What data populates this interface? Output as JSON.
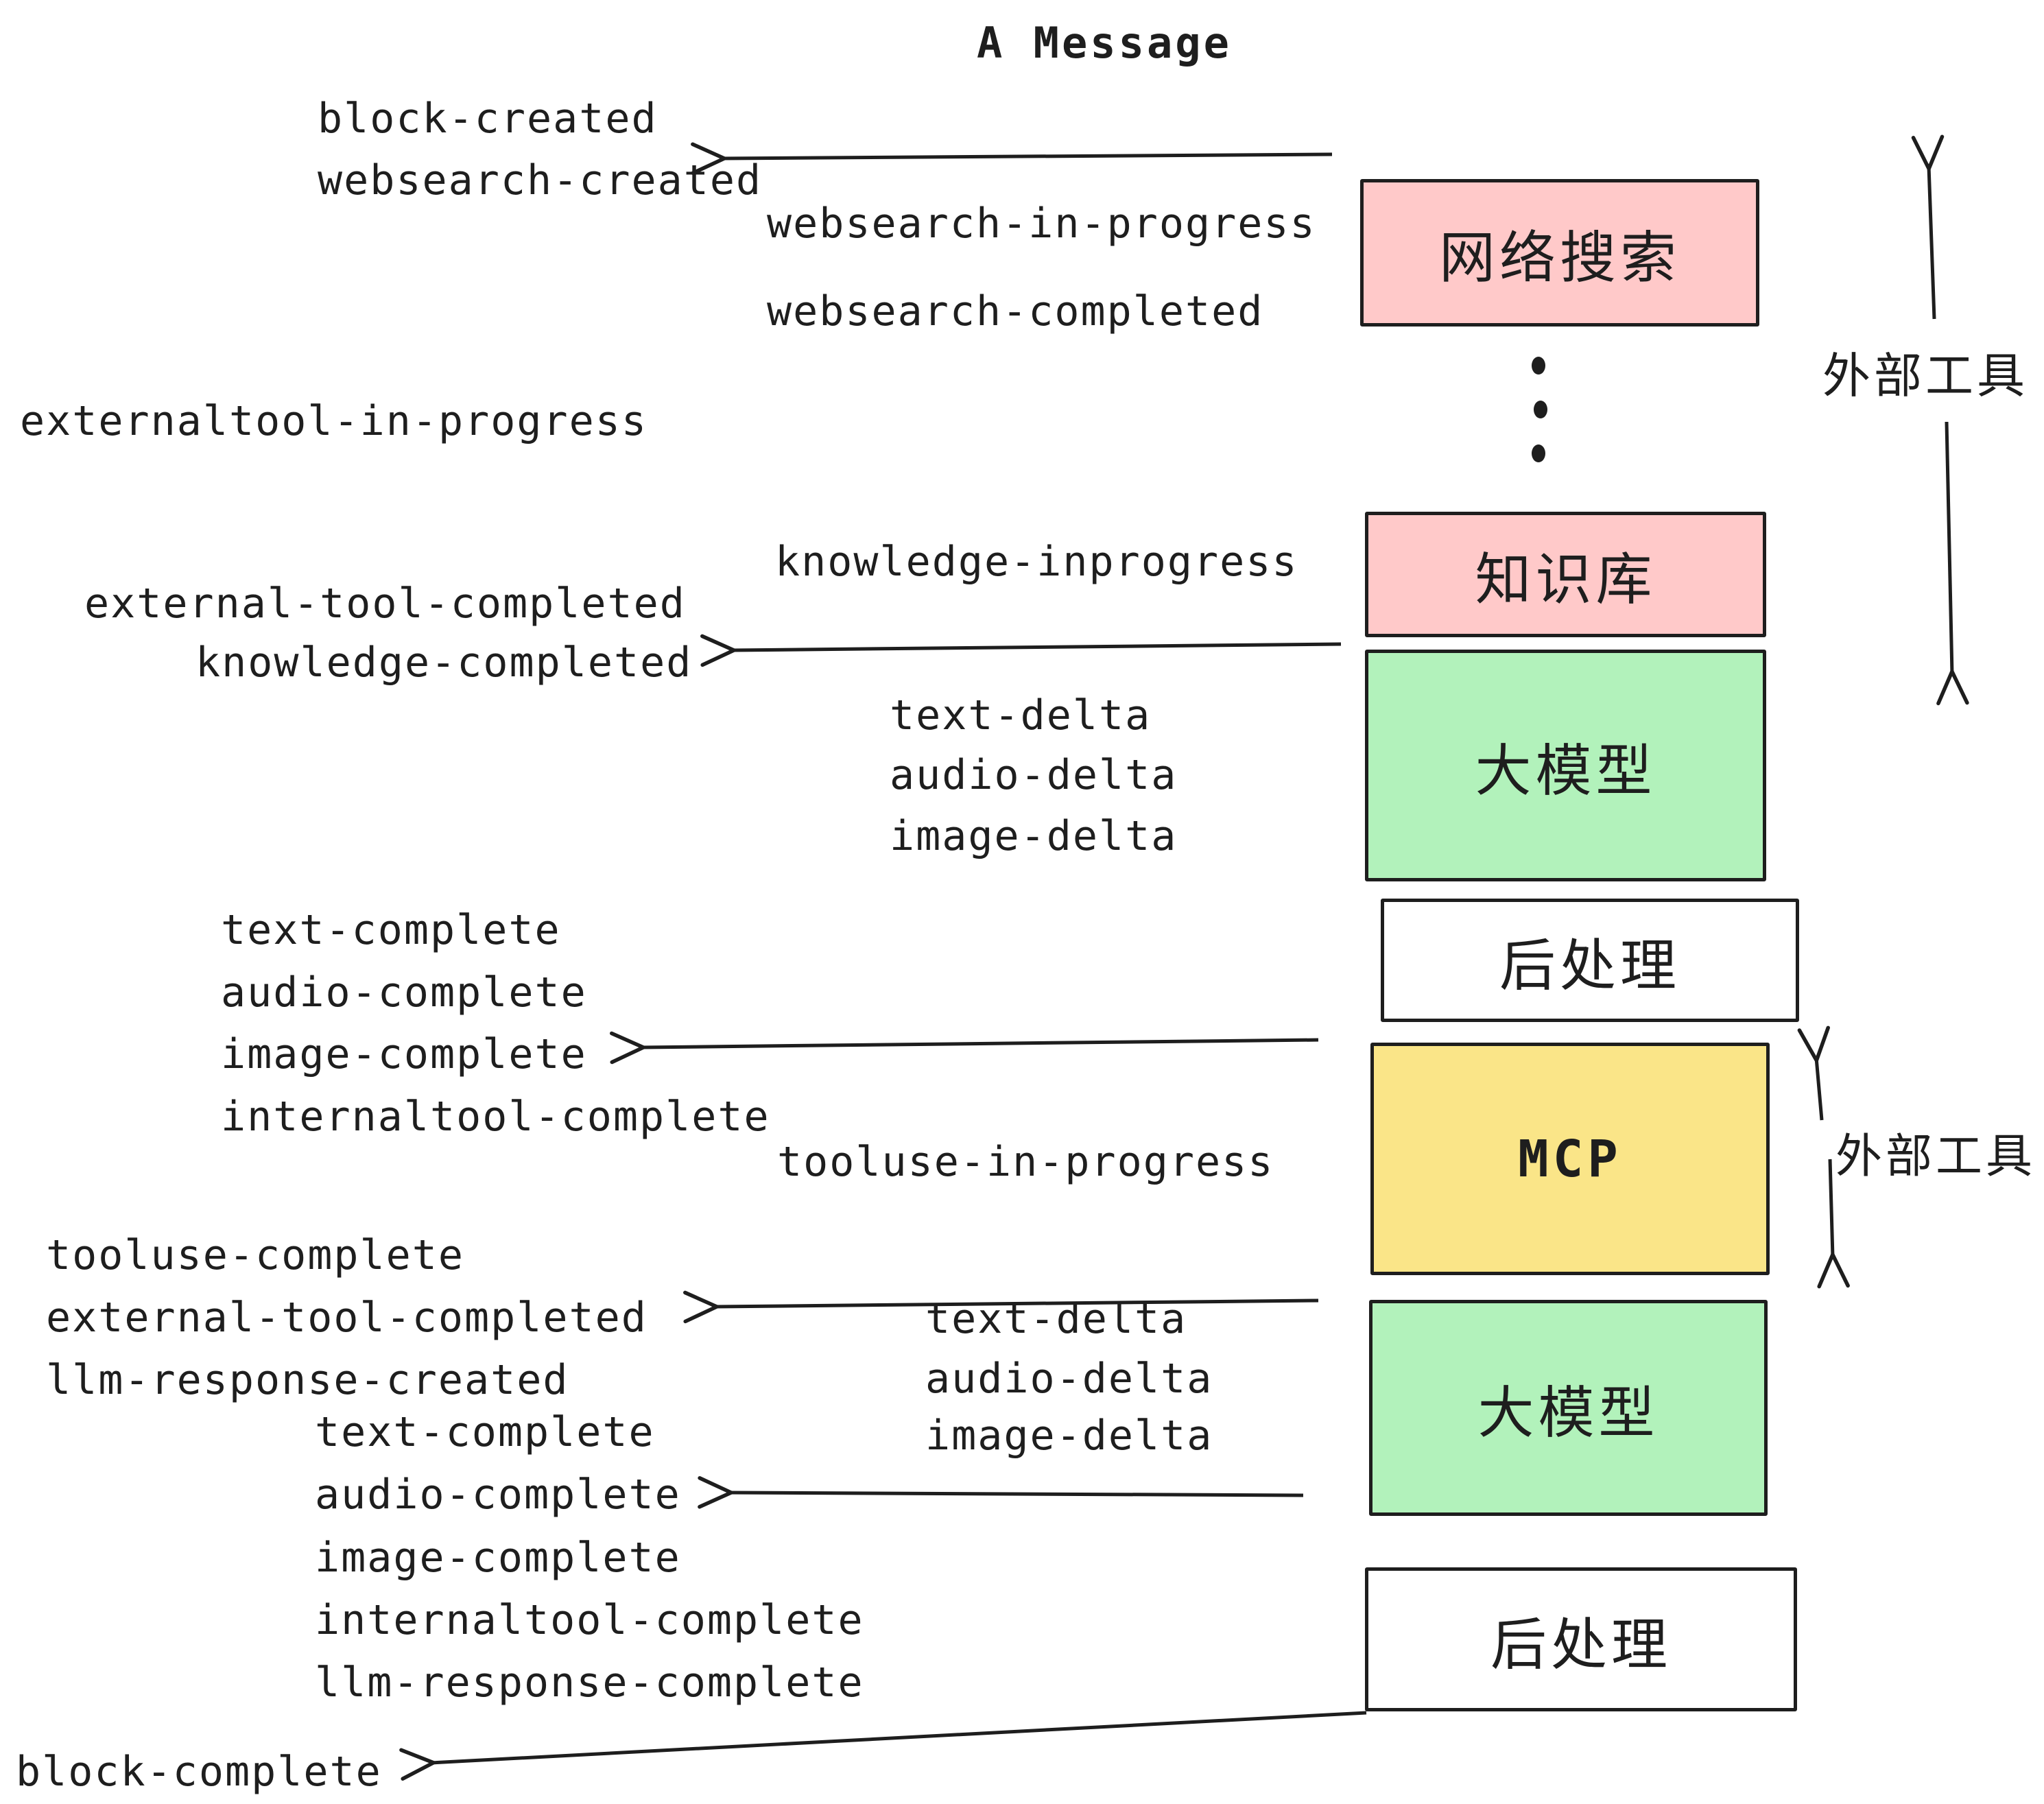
{
  "title": "A Message",
  "colors": {
    "ink": "#1e1e1e",
    "external_tool_box": "#ffc9c9",
    "llm_box": "#b2f2bb",
    "mcp_box": "#fae588",
    "post_process_box": "#ffffff"
  },
  "icons": {
    "vertical_ellipsis": "more-tools-ellipsis",
    "arrow_style": "open-chevron-left"
  },
  "boxes": [
    {
      "id": "websearch",
      "label": "网络搜索"
    },
    {
      "id": "knowledge",
      "label": "知识库"
    },
    {
      "id": "llm1",
      "label": "大模型"
    },
    {
      "id": "post1",
      "label": "后处理"
    },
    {
      "id": "mcp",
      "label": "MCP"
    },
    {
      "id": "llm2",
      "label": "大模型"
    },
    {
      "id": "post2",
      "label": "后处理"
    }
  ],
  "side_labels": [
    {
      "text": "外部工具"
    },
    {
      "text": "外部工具"
    }
  ],
  "events": [
    {
      "text": "block-created"
    },
    {
      "text": "websearch-created"
    },
    {
      "text": "websearch-in-progress"
    },
    {
      "text": "websearch-completed"
    },
    {
      "text": "externaltool-in-progress"
    },
    {
      "text": "knowledge-inprogress"
    },
    {
      "text": "external-tool-completed"
    },
    {
      "text": "knowledge-completed"
    },
    {
      "text": "text-delta"
    },
    {
      "text": "audio-delta"
    },
    {
      "text": "image-delta"
    },
    {
      "text": "text-complete"
    },
    {
      "text": "audio-complete"
    },
    {
      "text": "image-complete"
    },
    {
      "text": "internaltool-complete"
    },
    {
      "text": "tooluse-in-progress"
    },
    {
      "text": "tooluse-complete"
    },
    {
      "text": "external-tool-completed"
    },
    {
      "text": "llm-response-created"
    },
    {
      "text": "text-delta"
    },
    {
      "text": "audio-delta"
    },
    {
      "text": "image-delta"
    },
    {
      "text": "text-complete"
    },
    {
      "text": "audio-complete"
    },
    {
      "text": "image-complete"
    },
    {
      "text": "internaltool-complete"
    },
    {
      "text": "llm-response-complete"
    },
    {
      "text": "block-complete"
    }
  ]
}
